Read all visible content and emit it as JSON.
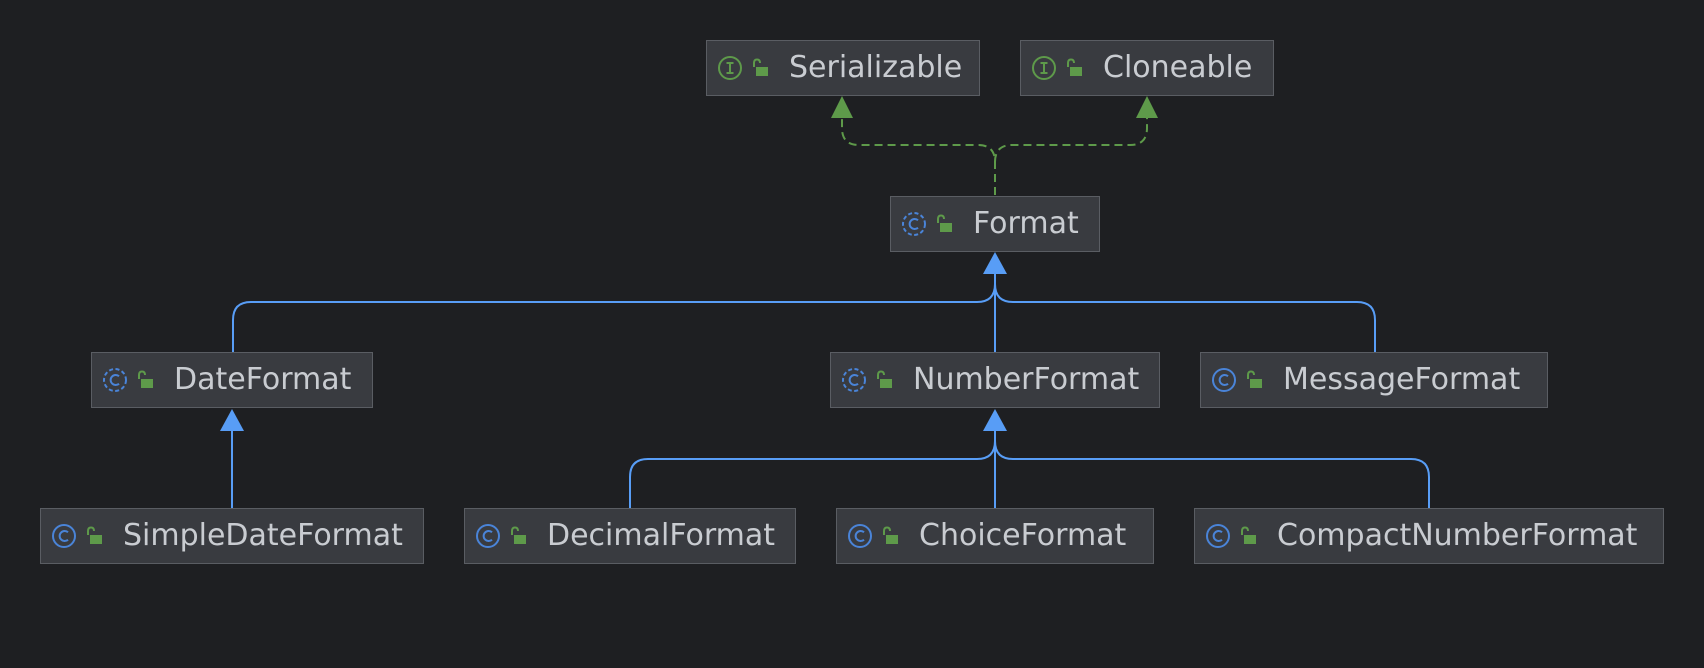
{
  "colors": {
    "background": "#1e1f22",
    "node_fill": "#393b40",
    "node_border": "#5a5d63",
    "label": "#c9ccd1",
    "inheritance_edge": "#589df6",
    "realization_edge": "#5e9a4a",
    "interface_icon": "#5e9a4a",
    "class_icon": "#4a84d8",
    "lock_icon": "#5e9a4a"
  },
  "nodes": {
    "serializable": {
      "label": "Serializable",
      "kind": "interface",
      "icon": "interface-icon"
    },
    "cloneable": {
      "label": "Cloneable",
      "kind": "interface",
      "icon": "interface-icon"
    },
    "format": {
      "label": "Format",
      "kind": "abstract-class",
      "icon": "abstract-class-icon"
    },
    "dateformat": {
      "label": "DateFormat",
      "kind": "abstract-class",
      "icon": "abstract-class-icon"
    },
    "numberformat": {
      "label": "NumberFormat",
      "kind": "abstract-class",
      "icon": "abstract-class-icon"
    },
    "messageformat": {
      "label": "MessageFormat",
      "kind": "class",
      "icon": "class-icon"
    },
    "simpledateformat": {
      "label": "SimpleDateFormat",
      "kind": "class",
      "icon": "class-icon"
    },
    "decimalformat": {
      "label": "DecimalFormat",
      "kind": "class",
      "icon": "class-icon"
    },
    "choiceformat": {
      "label": "ChoiceFormat",
      "kind": "class",
      "icon": "class-icon"
    },
    "compactnumberformat": {
      "label": "CompactNumberFormat",
      "kind": "class",
      "icon": "class-icon"
    }
  },
  "edges": [
    {
      "from": "format",
      "to": "serializable",
      "type": "realization"
    },
    {
      "from": "format",
      "to": "cloneable",
      "type": "realization"
    },
    {
      "from": "dateformat",
      "to": "format",
      "type": "inheritance"
    },
    {
      "from": "numberformat",
      "to": "format",
      "type": "inheritance"
    },
    {
      "from": "messageformat",
      "to": "format",
      "type": "inheritance"
    },
    {
      "from": "simpledateformat",
      "to": "dateformat",
      "type": "inheritance"
    },
    {
      "from": "decimalformat",
      "to": "numberformat",
      "type": "inheritance"
    },
    {
      "from": "choiceformat",
      "to": "numberformat",
      "type": "inheritance"
    },
    {
      "from": "compactnumberformat",
      "to": "numberformat",
      "type": "inheritance"
    }
  ]
}
